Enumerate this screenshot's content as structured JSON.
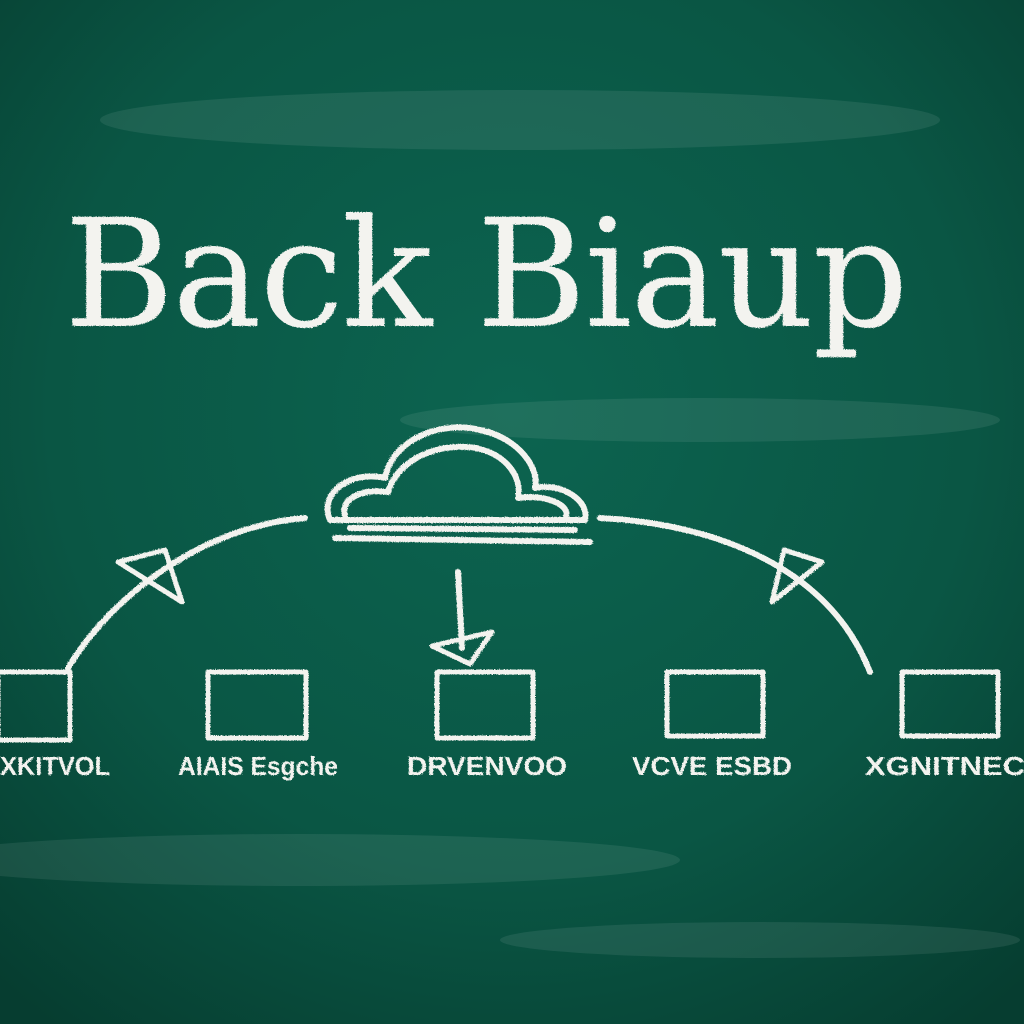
{
  "diagram": {
    "title": "Back Biaup",
    "nodes": [
      {
        "label": "XKITVOL"
      },
      {
        "label": "AIAIS Esgche"
      },
      {
        "label": "DRVENVOO"
      },
      {
        "label": "VCVE ESBD"
      },
      {
        "label": "XGNITNEC"
      }
    ],
    "colors": {
      "board": "#0a5a47",
      "board_dark": "#06392d",
      "chalk": "#f3f3ef"
    }
  }
}
